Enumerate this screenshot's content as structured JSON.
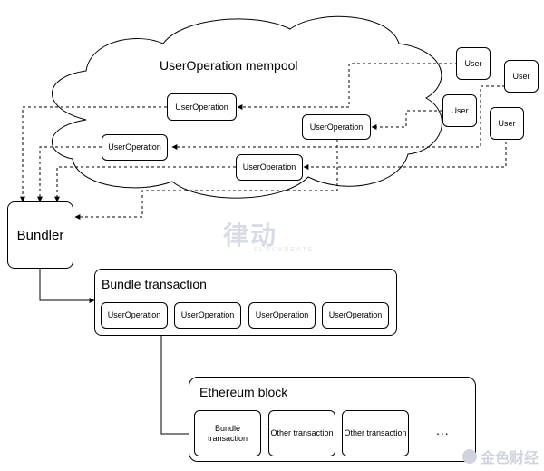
{
  "mempool": {
    "title": "UserOperation mempool"
  },
  "users": [
    "User",
    "User",
    "User",
    "User"
  ],
  "mempool_ops": [
    "UserOperation",
    "UserOperation",
    "UserOperation",
    "UserOperation"
  ],
  "bundler": {
    "label": "Bundler"
  },
  "bundle_tx": {
    "title": "Bundle transaction",
    "ops": [
      "UserOperation",
      "UserOperation",
      "UserOperation",
      "UserOperation"
    ]
  },
  "eth_block": {
    "title": "Ethereum block",
    "items": [
      "Bundle transaction",
      "Other transaction",
      "Other transaction"
    ],
    "ellipsis": "..."
  },
  "watermarks": {
    "center": "律动",
    "center_sub": "BLOCKBEATS",
    "corner": "金色财经"
  }
}
